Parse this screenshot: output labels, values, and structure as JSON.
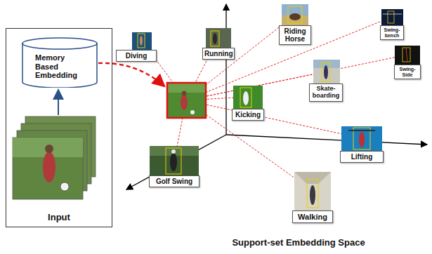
{
  "diagram": {
    "caption": "Support-set Embedding Space",
    "nodes": [
      {
        "text": [
          "Input"
        ]
      },
      {
        "text": [
          "Memory Based Embedding"
        ],
        "in": 0
      },
      {
        "text": [
          "Diving"
        ]
      },
      {
        "text": [
          "Running"
        ]
      },
      {
        "text": [
          "Riding Horse"
        ]
      },
      {
        "text": [
          "Swing-bench"
        ]
      },
      {
        "text": [
          "Swing-Side"
        ]
      },
      {
        "text": [
          "Skate-boarding"
        ]
      },
      {
        "text": [
          "Kicking"
        ]
      },
      {
        "text": [
          "Lifting"
        ]
      },
      {
        "text": [
          "Golf Swing"
        ]
      },
      {
        "text": [
          "Walking"
        ]
      }
    ]
  }
}
